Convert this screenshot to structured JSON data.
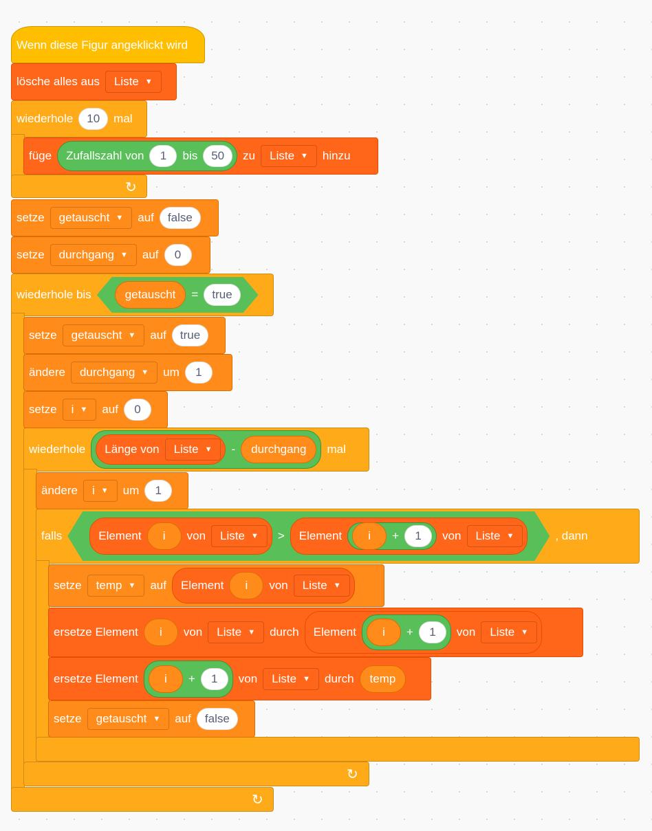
{
  "event": {
    "label": "Wenn diese Figur angeklickt wird"
  },
  "b1": {
    "t1": "lösche alles aus",
    "list": "Liste"
  },
  "b2": {
    "t1": "wiederhole",
    "count": "10",
    "t2": "mal"
  },
  "b3": {
    "t1": "füge",
    "rand": "Zufallszahl von",
    "from": "1",
    "to_label": "bis",
    "to": "50",
    "t2": "zu",
    "list": "Liste",
    "t3": "hinzu"
  },
  "b4": {
    "t1": "setze",
    "var": "getauscht",
    "t2": "auf",
    "val": "false"
  },
  "b5": {
    "t1": "setze",
    "var": "durchgang",
    "t2": "auf",
    "val": "0"
  },
  "b6": {
    "t1": "wiederhole bis",
    "var": "getauscht",
    "op": "=",
    "val": "true"
  },
  "b7": {
    "t1": "setze",
    "var": "getauscht",
    "t2": "auf",
    "val": "true"
  },
  "b8": {
    "t1": "ändere",
    "var": "durchgang",
    "t2": "um",
    "val": "1"
  },
  "b9": {
    "t1": "setze",
    "var": "i",
    "t2": "auf",
    "val": "0"
  },
  "b10": {
    "t1": "wiederhole",
    "len": "Länge von",
    "list": "Liste",
    "op": "-",
    "var": "durchgang",
    "t2": "mal"
  },
  "b11": {
    "t1": "ändere",
    "var": "i",
    "t2": "um",
    "val": "1"
  },
  "b12": {
    "t1": "falls",
    "elem": "Element",
    "i": "i",
    "von": "von",
    "list": "Liste",
    "op": ">",
    "elem2": "Element",
    "i2": "i",
    "plus": "+",
    "one": "1",
    "von2": "von",
    "list2": "Liste",
    "t2": ", dann"
  },
  "b13": {
    "t1": "setze",
    "var": "temp",
    "t2": "auf",
    "elem": "Element",
    "i": "i",
    "von": "von",
    "list": "Liste"
  },
  "b14": {
    "t1": "ersetze Element",
    "i": "i",
    "von": "von",
    "list": "Liste",
    "durch": "durch",
    "elem": "Element",
    "i2": "i",
    "plus": "+",
    "one": "1",
    "von2": "von",
    "list2": "Liste"
  },
  "b15": {
    "t1": "ersetze Element",
    "i": "i",
    "plus": "+",
    "one": "1",
    "von": "von",
    "list": "Liste",
    "durch": "durch",
    "temp": "temp"
  },
  "b16": {
    "t1": "setze",
    "var": "getauscht",
    "t2": "auf",
    "val": "false"
  },
  "icons": {
    "loop_arrow": "↻"
  }
}
